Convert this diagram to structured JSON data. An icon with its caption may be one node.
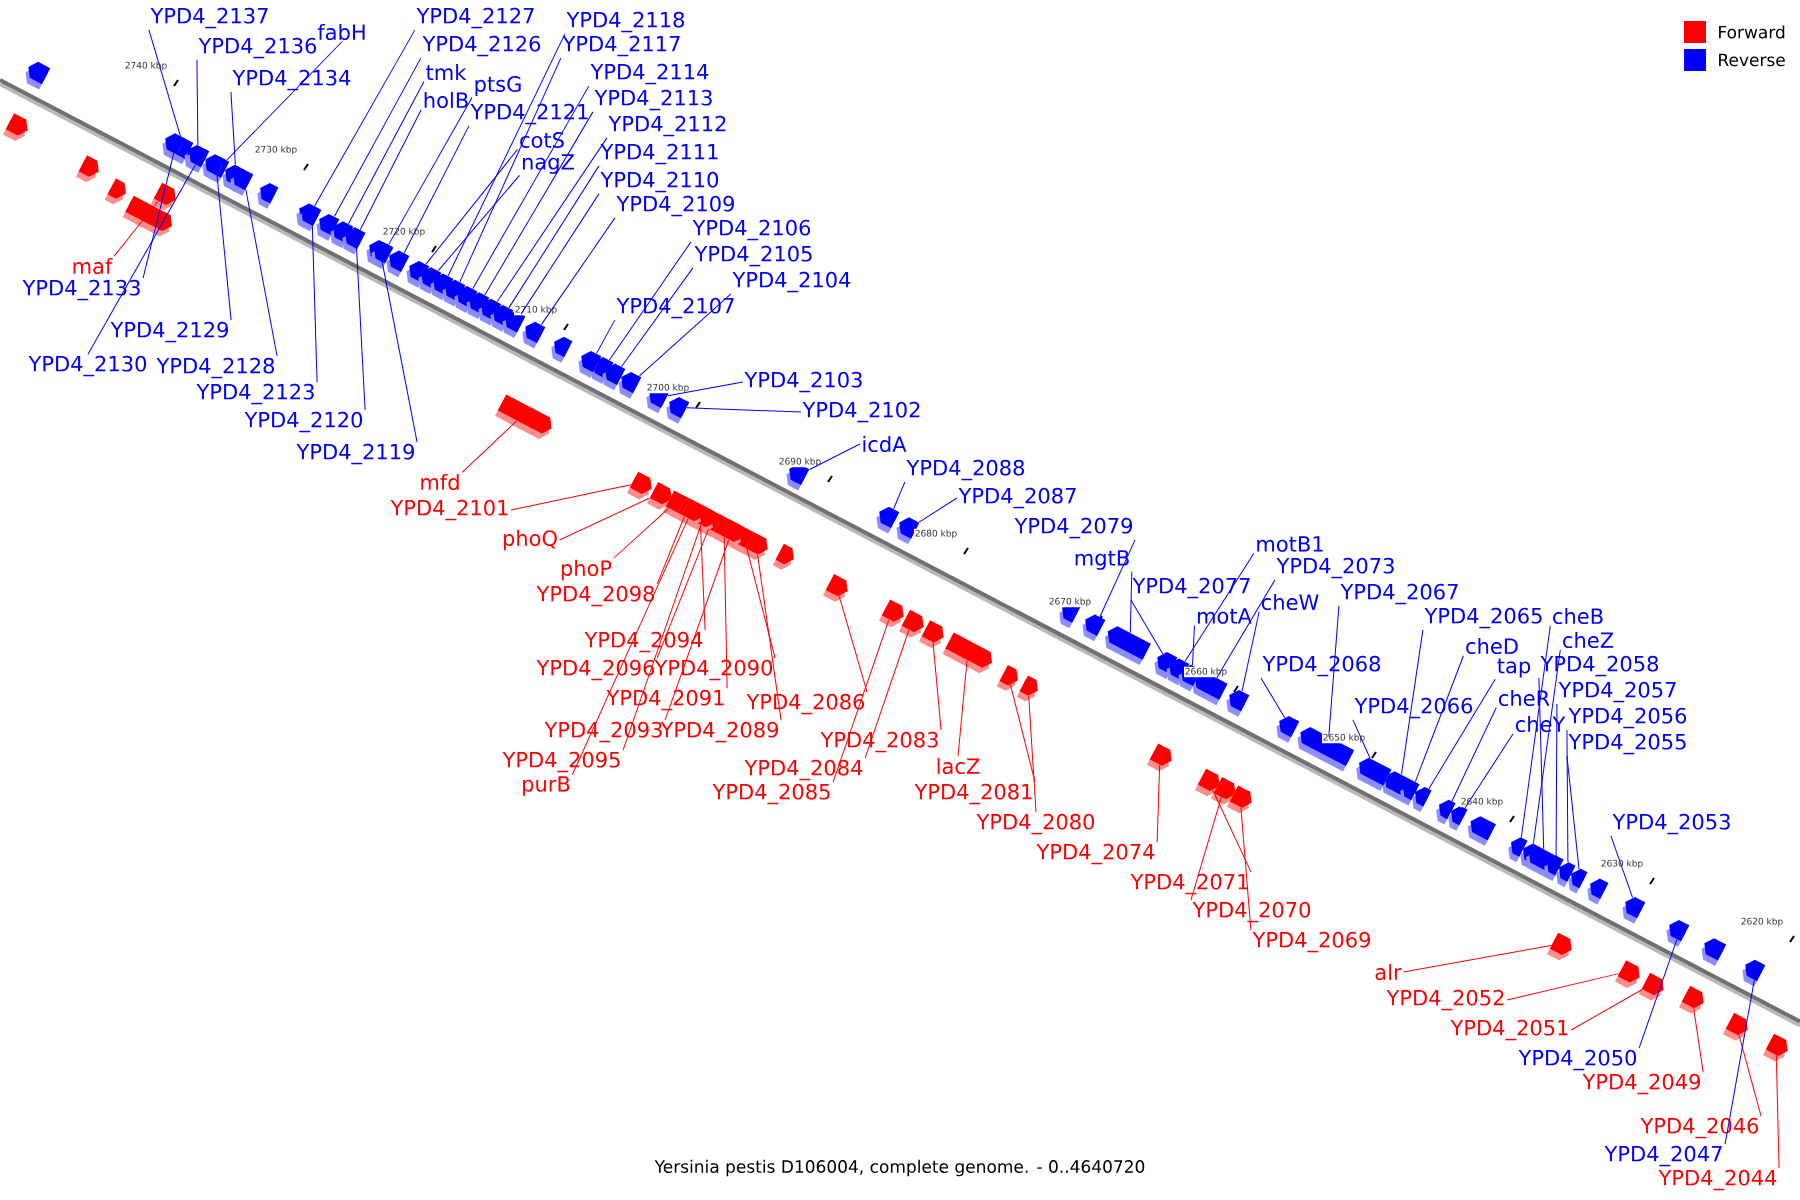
{
  "diagram": {
    "caption": "Yersinia pestis D106004, complete genome. - 0..4640720",
    "nodes": [
      {
        "text": [
          "YPD4_2137"
        ]
      },
      {
        "text": [
          "YPD4_2136"
        ]
      },
      {
        "text": [
          "fabH"
        ]
      },
      {
        "text": [
          "YPD4_2134"
        ]
      },
      {
        "text": [
          "YPD4_2127"
        ]
      },
      {
        "text": [
          "YPD4_2126"
        ]
      },
      {
        "text": [
          "tmk"
        ]
      },
      {
        "text": [
          "holB"
        ]
      },
      {
        "text": [
          "ptsG"
        ]
      },
      {
        "text": [
          "YPD4_2121"
        ]
      },
      {
        "text": [
          "cotS"
        ]
      },
      {
        "text": [
          "nagZ"
        ]
      },
      {
        "text": [
          "YPD4_2118"
        ]
      },
      {
        "text": [
          "YPD4_2117"
        ]
      },
      {
        "text": [
          "YPD4_2114"
        ]
      },
      {
        "text": [
          "YPD4_2113"
        ]
      },
      {
        "text": [
          "YPD4_2112"
        ]
      },
      {
        "text": [
          "YPD4_2111"
        ]
      },
      {
        "text": [
          "YPD4_2110"
        ]
      },
      {
        "text": [
          "YPD4_2109"
        ]
      },
      {
        "text": [
          "YPD4_2106"
        ]
      },
      {
        "text": [
          "YPD4_2105"
        ]
      },
      {
        "text": [
          "YPD4_2104"
        ]
      },
      {
        "text": [
          "YPD4_2107"
        ]
      },
      {
        "text": [
          "YPD4_2103"
        ]
      },
      {
        "text": [
          "YPD4_2102"
        ]
      },
      {
        "text": [
          "icdA"
        ]
      },
      {
        "text": [
          "YPD4_2088"
        ]
      },
      {
        "text": [
          "YPD4_2087"
        ]
      },
      {
        "text": [
          "YPD4_2079"
        ]
      },
      {
        "text": [
          "mgtB"
        ]
      },
      {
        "text": [
          "YPD4_2077"
        ]
      },
      {
        "text": [
          "motB1"
        ]
      },
      {
        "text": [
          "YPD4_2073"
        ]
      },
      {
        "text": [
          "motA"
        ]
      },
      {
        "text": [
          "cheW"
        ]
      },
      {
        "text": [
          "YPD4_2067"
        ]
      },
      {
        "text": [
          "YPD4_2068"
        ]
      },
      {
        "text": [
          "YPD4_2065"
        ]
      },
      {
        "text": [
          "cheD"
        ]
      },
      {
        "text": [
          "tap"
        ]
      },
      {
        "text": [
          "YPD4_2066"
        ]
      },
      {
        "text": [
          "cheR"
        ]
      },
      {
        "text": [
          "cheY"
        ]
      },
      {
        "text": [
          "cheB"
        ]
      },
      {
        "text": [
          "cheZ"
        ]
      },
      {
        "text": [
          "YPD4_2058"
        ]
      },
      {
        "text": [
          "YPD4_2057"
        ]
      },
      {
        "text": [
          "YPD4_2056"
        ]
      },
      {
        "text": [
          "YPD4_2055"
        ]
      },
      {
        "text": [
          "YPD4_2053"
        ]
      },
      {
        "text": [
          "maf"
        ]
      },
      {
        "text": [
          "YPD4_2133"
        ]
      },
      {
        "text": [
          "YPD4_2129"
        ]
      },
      {
        "text": [
          "YPD4_2130"
        ]
      },
      {
        "text": [
          "YPD4_2128"
        ]
      },
      {
        "text": [
          "YPD4_2123"
        ]
      },
      {
        "text": [
          "YPD4_2120"
        ]
      },
      {
        "text": [
          "YPD4_2119"
        ]
      },
      {
        "text": [
          "mfd"
        ]
      },
      {
        "text": [
          "YPD4_2101"
        ]
      },
      {
        "text": [
          "phoQ"
        ]
      },
      {
        "text": [
          "phoP"
        ]
      },
      {
        "text": [
          "YPD4_2098"
        ]
      },
      {
        "text": [
          "YPD4_2094"
        ]
      },
      {
        "text": [
          "YPD4_2096"
        ]
      },
      {
        "text": [
          "YPD4_2090"
        ]
      },
      {
        "text": [
          "YPD4_2091"
        ]
      },
      {
        "text": [
          "YPD4_2093"
        ]
      },
      {
        "text": [
          "YPD4_2089"
        ]
      },
      {
        "text": [
          "YPD4_2095"
        ]
      },
      {
        "text": [
          "purB"
        ]
      },
      {
        "text": [
          "YPD4_2086"
        ]
      },
      {
        "text": [
          "YPD4_2083"
        ]
      },
      {
        "text": [
          "YPD4_2084"
        ]
      },
      {
        "text": [
          "YPD4_2085"
        ]
      },
      {
        "text": [
          "lacZ"
        ]
      },
      {
        "text": [
          "YPD4_2081"
        ]
      },
      {
        "text": [
          "YPD4_2080"
        ]
      },
      {
        "text": [
          "YPD4_2074"
        ]
      },
      {
        "text": [
          "YPD4_2071"
        ]
      },
      {
        "text": [
          "YPD4_2070"
        ]
      },
      {
        "text": [
          "YPD4_2069"
        ]
      },
      {
        "text": [
          "alr"
        ]
      },
      {
        "text": [
          "YPD4_2052"
        ]
      },
      {
        "text": [
          "YPD4_2051"
        ]
      },
      {
        "text": [
          "YPD4_2050"
        ]
      },
      {
        "text": [
          "YPD4_2049"
        ]
      },
      {
        "text": [
          "YPD4_2046"
        ]
      },
      {
        "text": [
          "YPD4_2047"
        ]
      },
      {
        "text": [
          "YPD4_2044"
        ]
      },
      {
        "text": [],
        "shape": "pentagon"
      },
      {
        "text": [],
        "shape": "pentagon"
      },
      {
        "text": [],
        "shape": "pentagon"
      },
      {
        "text": [],
        "shape": "pentagon"
      },
      {
        "text": [],
        "shape": "pentagon"
      },
      {
        "text": [],
        "shape": "pentagon"
      },
      {
        "text": [],
        "shape": "pentagon"
      },
      {
        "text": [],
        "shape": "pentagon"
      },
      {
        "text": [],
        "shape": "pentagon"
      },
      {
        "text": [],
        "shape": "pentagon"
      },
      {
        "text": [],
        "shape": "pentagon"
      },
      {
        "text": [],
        "shape": "pentagon"
      },
      {
        "text": [],
        "shape": "pentagon"
      },
      {
        "text": [],
        "shape": "pentagon"
      },
      {
        "text": [],
        "shape": "pentagon"
      },
      {
        "text": [],
        "shape": "pentagon"
      },
      {
        "text": [],
        "shape": "pentagon"
      },
      {
        "text": [],
        "shape": "pentagon"
      },
      {
        "text": [],
        "shape": "pentagon"
      },
      {
        "text": [],
        "shape": "pentagon"
      },
      {
        "text": [],
        "shape": "pentagon"
      },
      {
        "text": [],
        "shape": "pentagon"
      },
      {
        "text": [],
        "shape": "pentagon"
      },
      {
        "text": [],
        "shape": "pentagon"
      },
      {
        "text": [],
        "shape": "pentagon"
      },
      {
        "text": [],
        "shape": "pentagon"
      },
      {
        "text": [],
        "shape": "pentagon"
      },
      {
        "text": [],
        "shape": "pentagon"
      },
      {
        "text": [],
        "shape": "pentagon"
      },
      {
        "text": [],
        "shape": "pentagon"
      },
      {
        "text": [],
        "shape": "pentagon"
      },
      {
        "text": [],
        "shape": "pentagon"
      },
      {
        "text": [],
        "shape": "pentagon"
      },
      {
        "text": [],
        "shape": "pentagon"
      },
      {
        "text": [],
        "shape": "pentagon"
      },
      {
        "text": [],
        "shape": "pentagon"
      },
      {
        "text": [],
        "shape": "pentagon"
      },
      {
        "text": [],
        "shape": "pentagon"
      },
      {
        "text": [],
        "shape": "pentagon"
      },
      {
        "text": [],
        "shape": "pentagon"
      },
      {
        "text": [],
        "shape": "pentagon"
      },
      {
        "text": [],
        "shape": "pentagon"
      },
      {
        "text": [],
        "shape": "pentagon"
      },
      {
        "text": [],
        "shape": "pentagon"
      },
      {
        "text": [],
        "shape": "pentagon"
      },
      {
        "text": [],
        "shape": "pentagon"
      },
      {
        "text": [],
        "shape": "pentagon"
      },
      {
        "text": [],
        "shape": "pentagon"
      },
      {
        "text": [],
        "shape": "pentagon"
      },
      {
        "text": [],
        "shape": "pentagon"
      },
      {
        "text": [],
        "shape": "pentagon"
      },
      {
        "text": [],
        "shape": "pentagon"
      },
      {
        "text": [],
        "shape": "pentagon"
      },
      {
        "text": [],
        "shape": "pentagon"
      },
      {
        "text": [],
        "shape": "pentagon"
      },
      {
        "text": [],
        "shape": "pentagon"
      },
      {
        "text": [],
        "shape": "pentagon"
      },
      {
        "text": [],
        "shape": "pentagon"
      },
      {
        "text": [],
        "shape": "pentagon"
      },
      {
        "text": [],
        "shape": "pentagon"
      },
      {
        "text": [],
        "shape": "pentagon"
      },
      {
        "text": [],
        "shape": "pentagon"
      },
      {
        "text": [],
        "shape": "pentagon"
      },
      {
        "text": [],
        "shape": "pentagon"
      },
      {
        "text": [],
        "shape": "pentagon"
      },
      {
        "text": [],
        "shape": "pentagon"
      },
      {
        "text": [],
        "shape": "pentagon"
      },
      {
        "text": [],
        "shape": "pentagon"
      },
      {
        "text": [],
        "shape": "pentagon"
      },
      {
        "text": [],
        "shape": "pentagon"
      },
      {
        "text": [],
        "shape": "pentagon"
      },
      {
        "text": [],
        "shape": "pentagon"
      },
      {
        "text": [],
        "shape": "pentagon"
      },
      {
        "text": [],
        "shape": "pentagon"
      },
      {
        "text": [],
        "shape": "pentagon"
      },
      {
        "text": [],
        "shape": "pentagon"
      },
      {
        "text": [],
        "shape": "pentagon"
      },
      {
        "text": [],
        "shape": "pentagon"
      },
      {
        "text": [],
        "shape": "pentagon"
      },
      {
        "text": [],
        "shape": "pentagon"
      },
      {
        "text": [],
        "shape": "pentagon"
      },
      {
        "text": [],
        "shape": "pentagon"
      },
      {
        "text": [],
        "shape": "pentagon"
      },
      {
        "text": [],
        "shape": "pentagon"
      },
      {
        "text": [],
        "shape": "pentagon"
      },
      {
        "text": [],
        "shape": "pentagon"
      },
      {
        "text": [],
        "shape": "pentagon"
      },
      {
        "text": [],
        "shape": "pentagon"
      },
      {
        "text": [],
        "shape": "pentagon"
      },
      {
        "text": [],
        "shape": "pentagon"
      },
      {
        "text": [],
        "shape": "pentagon"
      },
      {
        "text": [],
        "shape": "pentagon"
      },
      {
        "text": [],
        "shape": "pentagon"
      },
      {
        "text": [],
        "shape": "pentagon"
      },
      {
        "text": [],
        "shape": "pentagon"
      },
      {
        "text": [],
        "shape": "pentagon"
      },
      {
        "text": [],
        "shape": "pentagon"
      },
      {
        "text": [],
        "shape": "pentagon"
      },
      {
        "text": [],
        "shape": "pentagon"
      },
      {
        "text": [],
        "shape": "pentagon"
      },
      {
        "text": [],
        "shape": "pentagon"
      },
      {
        "text": [],
        "shape": "pentagon"
      },
      {
        "text": [],
        "shape": "pentagon"
      },
      {
        "text": [],
        "shape": "pentagon"
      }
    ],
    "edges": [
      {
        "from": 0,
        "to": 91,
        "arrow": "none",
        "color": "#0000ff"
      },
      {
        "from": 1,
        "to": 92,
        "arrow": "none",
        "color": "#0000ff"
      },
      {
        "from": 2,
        "to": 93,
        "arrow": "none",
        "color": "#0000ff"
      },
      {
        "from": 3,
        "to": 94,
        "arrow": "none",
        "color": "#0000ff"
      },
      {
        "from": 4,
        "to": 95,
        "arrow": "none",
        "color": "#0000ff"
      },
      {
        "from": 5,
        "to": 96,
        "arrow": "none",
        "color": "#0000ff"
      },
      {
        "from": 6,
        "to": 97,
        "arrow": "none",
        "color": "#0000ff"
      },
      {
        "from": 7,
        "to": 98,
        "arrow": "none",
        "color": "#0000ff"
      },
      {
        "from": 8,
        "to": 99,
        "arrow": "none",
        "color": "#0000ff"
      },
      {
        "from": 9,
        "to": 100,
        "arrow": "none",
        "color": "#0000ff"
      },
      {
        "from": 10,
        "to": 101,
        "arrow": "none",
        "color": "#0000ff"
      },
      {
        "from": 11,
        "to": 102,
        "arrow": "none",
        "color": "#0000ff"
      },
      {
        "from": 12,
        "to": 103,
        "arrow": "none",
        "color": "#0000ff"
      },
      {
        "from": 13,
        "to": 104,
        "arrow": "none",
        "color": "#0000ff"
      },
      {
        "from": 14,
        "to": 105,
        "arrow": "none",
        "color": "#0000ff"
      },
      {
        "from": 15,
        "to": 106,
        "arrow": "none",
        "color": "#0000ff"
      },
      {
        "from": 16,
        "to": 107,
        "arrow": "none",
        "color": "#0000ff"
      },
      {
        "from": 17,
        "to": 108,
        "arrow": "none",
        "color": "#0000ff"
      },
      {
        "from": 18,
        "to": 109,
        "arrow": "none",
        "color": "#0000ff"
      },
      {
        "from": 19,
        "to": 110,
        "arrow": "none",
        "color": "#0000ff"
      },
      {
        "from": 20,
        "to": 111,
        "arrow": "none",
        "color": "#0000ff"
      },
      {
        "from": 21,
        "to": 112,
        "arrow": "none",
        "color": "#0000ff"
      },
      {
        "from": 22,
        "to": 113,
        "arrow": "none",
        "color": "#0000ff"
      },
      {
        "from": 23,
        "to": 114,
        "arrow": "none",
        "color": "#0000ff"
      },
      {
        "from": 24,
        "to": 115,
        "arrow": "none",
        "color": "#0000ff"
      },
      {
        "from": 25,
        "to": 116,
        "arrow": "none",
        "color": "#0000ff"
      },
      {
        "from": 26,
        "to": 117,
        "arrow": "none",
        "color": "#0000ff"
      },
      {
        "from": 27,
        "to": 118,
        "arrow": "none",
        "color": "#0000ff"
      },
      {
        "from": 28,
        "to": 119,
        "arrow": "none",
        "color": "#0000ff"
      },
      {
        "from": 29,
        "to": 120,
        "arrow": "none",
        "color": "#0000ff"
      },
      {
        "from": 30,
        "to": 121,
        "arrow": "none",
        "color": "#0000ff"
      },
      {
        "from": 31,
        "to": 122,
        "arrow": "none",
        "color": "#0000ff"
      },
      {
        "from": 32,
        "to": 123,
        "arrow": "none",
        "color": "#0000ff"
      },
      {
        "from": 33,
        "to": 124,
        "arrow": "none",
        "color": "#0000ff"
      },
      {
        "from": 34,
        "to": 125,
        "arrow": "none",
        "color": "#0000ff"
      },
      {
        "from": 35,
        "to": 126,
        "arrow": "none",
        "color": "#0000ff"
      },
      {
        "from": 36,
        "to": 127,
        "arrow": "none",
        "color": "#0000ff"
      },
      {
        "from": 37,
        "to": 128,
        "arrow": "none",
        "color": "#0000ff"
      },
      {
        "from": 38,
        "to": 129,
        "arrow": "none",
        "color": "#0000ff"
      },
      {
        "from": 39,
        "to": 130,
        "arrow": "none",
        "color": "#0000ff"
      },
      {
        "from": 40,
        "to": 131,
        "arrow": "none",
        "color": "#0000ff"
      },
      {
        "from": 41,
        "to": 132,
        "arrow": "none",
        "color": "#0000ff"
      },
      {
        "from": 42,
        "to": 133,
        "arrow": "none",
        "color": "#0000ff"
      },
      {
        "from": 43,
        "to": 134,
        "arrow": "none",
        "color": "#0000ff"
      },
      {
        "from": 44,
        "to": 135,
        "arrow": "none",
        "color": "#0000ff"
      },
      {
        "from": 45,
        "to": 136,
        "arrow": "none",
        "color": "#0000ff"
      },
      {
        "from": 46,
        "to": 137,
        "arrow": "none",
        "color": "#0000ff"
      },
      {
        "from": 47,
        "to": 138,
        "arrow": "none",
        "color": "#0000ff"
      },
      {
        "from": 48,
        "to": 139,
        "arrow": "none",
        "color": "#0000ff"
      },
      {
        "from": 49,
        "to": 140,
        "arrow": "none",
        "color": "#0000ff"
      },
      {
        "from": 50,
        "to": 141,
        "arrow": "none",
        "color": "#0000ff"
      },
      {
        "from": 51,
        "to": 142,
        "arrow": "none",
        "color": "#ff0000"
      },
      {
        "from": 52,
        "to": 143,
        "arrow": "none",
        "color": "#0000ff"
      },
      {
        "from": 53,
        "to": 144,
        "arrow": "none",
        "color": "#0000ff"
      },
      {
        "from": 54,
        "to": 145,
        "arrow": "none",
        "color": "#0000ff"
      },
      {
        "from": 55,
        "to": 146,
        "arrow": "none",
        "color": "#0000ff"
      },
      {
        "from": 56,
        "to": 147,
        "arrow": "none",
        "color": "#0000ff"
      },
      {
        "from": 57,
        "to": 148,
        "arrow": "none",
        "color": "#0000ff"
      },
      {
        "from": 58,
        "to": 149,
        "arrow": "none",
        "color": "#0000ff"
      },
      {
        "from": 59,
        "to": 150,
        "arrow": "none",
        "color": "#ff0000"
      },
      {
        "from": 60,
        "to": 151,
        "arrow": "none",
        "color": "#ff0000"
      },
      {
        "from": 61,
        "to": 152,
        "arrow": "none",
        "color": "#ff0000"
      },
      {
        "from": 62,
        "to": 153,
        "arrow": "none",
        "color": "#ff0000"
      },
      {
        "from": 63,
        "to": 154,
        "arrow": "none",
        "color": "#ff0000"
      },
      {
        "from": 64,
        "to": 155,
        "arrow": "none",
        "color": "#ff0000"
      },
      {
        "from": 65,
        "to": 156,
        "arrow": "none",
        "color": "#ff0000"
      },
      {
        "from": 66,
        "to": 157,
        "arrow": "none",
        "color": "#ff0000"
      },
      {
        "from": 67,
        "to": 158,
        "arrow": "none",
        "color": "#ff0000"
      },
      {
        "from": 68,
        "to": 159,
        "arrow": "none",
        "color": "#ff0000"
      },
      {
        "from": 69,
        "to": 160,
        "arrow": "none",
        "color": "#ff0000"
      },
      {
        "from": 70,
        "to": 161,
        "arrow": "none",
        "color": "#ff0000"
      },
      {
        "from": 71,
        "to": 162,
        "arrow": "none",
        "color": "#ff0000"
      },
      {
        "from": 72,
        "to": 163,
        "arrow": "none",
        "color": "#ff0000"
      },
      {
        "from": 73,
        "to": 164,
        "arrow": "none",
        "color": "#ff0000"
      },
      {
        "from": 74,
        "to": 165,
        "arrow": "none",
        "color": "#ff0000"
      },
      {
        "from": 75,
        "to": 166,
        "arrow": "none",
        "color": "#ff0000"
      },
      {
        "from": 76,
        "to": 167,
        "arrow": "none",
        "color": "#ff0000"
      },
      {
        "from": 77,
        "to": 168,
        "arrow": "none",
        "color": "#ff0000"
      },
      {
        "from": 78,
        "to": 169,
        "arrow": "none",
        "color": "#ff0000"
      },
      {
        "from": 79,
        "to": 170,
        "arrow": "none",
        "color": "#ff0000"
      },
      {
        "from": 80,
        "to": 171,
        "arrow": "none",
        "color": "#ff0000"
      },
      {
        "from": 81,
        "to": 172,
        "arrow": "none",
        "color": "#ff0000"
      },
      {
        "from": 82,
        "to": 173,
        "arrow": "none",
        "color": "#ff0000"
      },
      {
        "from": 83,
        "to": 174,
        "arrow": "none",
        "color": "#ff0000"
      },
      {
        "from": 84,
        "to": 175,
        "arrow": "none",
        "color": "#ff0000"
      },
      {
        "from": 85,
        "to": 176,
        "arrow": "none",
        "color": "#ff0000"
      },
      {
        "from": 86,
        "to": 177,
        "arrow": "none",
        "color": "#0000ff"
      },
      {
        "from": 87,
        "to": 178,
        "arrow": "none",
        "color": "#ff0000"
      },
      {
        "from": 88,
        "to": 179,
        "arrow": "none",
        "color": "#ff0000"
      },
      {
        "from": 89,
        "to": 180,
        "arrow": "none",
        "color": "#0000ff"
      },
      {
        "from": 90,
        "to": 181,
        "arrow": "none",
        "color": "#ff0000"
      }
    ],
    "labels": [
      "2740 kbp",
      "2730 kbp",
      "2720 kbp",
      "2710 kbp",
      "2700 kbp",
      "2690 kbp",
      "2680 kbp",
      "2670 kbp",
      "2660 kbp",
      "2650 kbp",
      "2640 kbp",
      "2630 kbp",
      "2620 kbp"
    ],
    "legend": [
      {
        "text": "Forward",
        "color": "#ff0000"
      },
      {
        "text": "Reverse",
        "color": "#0000ff"
      }
    ]
  }
}
